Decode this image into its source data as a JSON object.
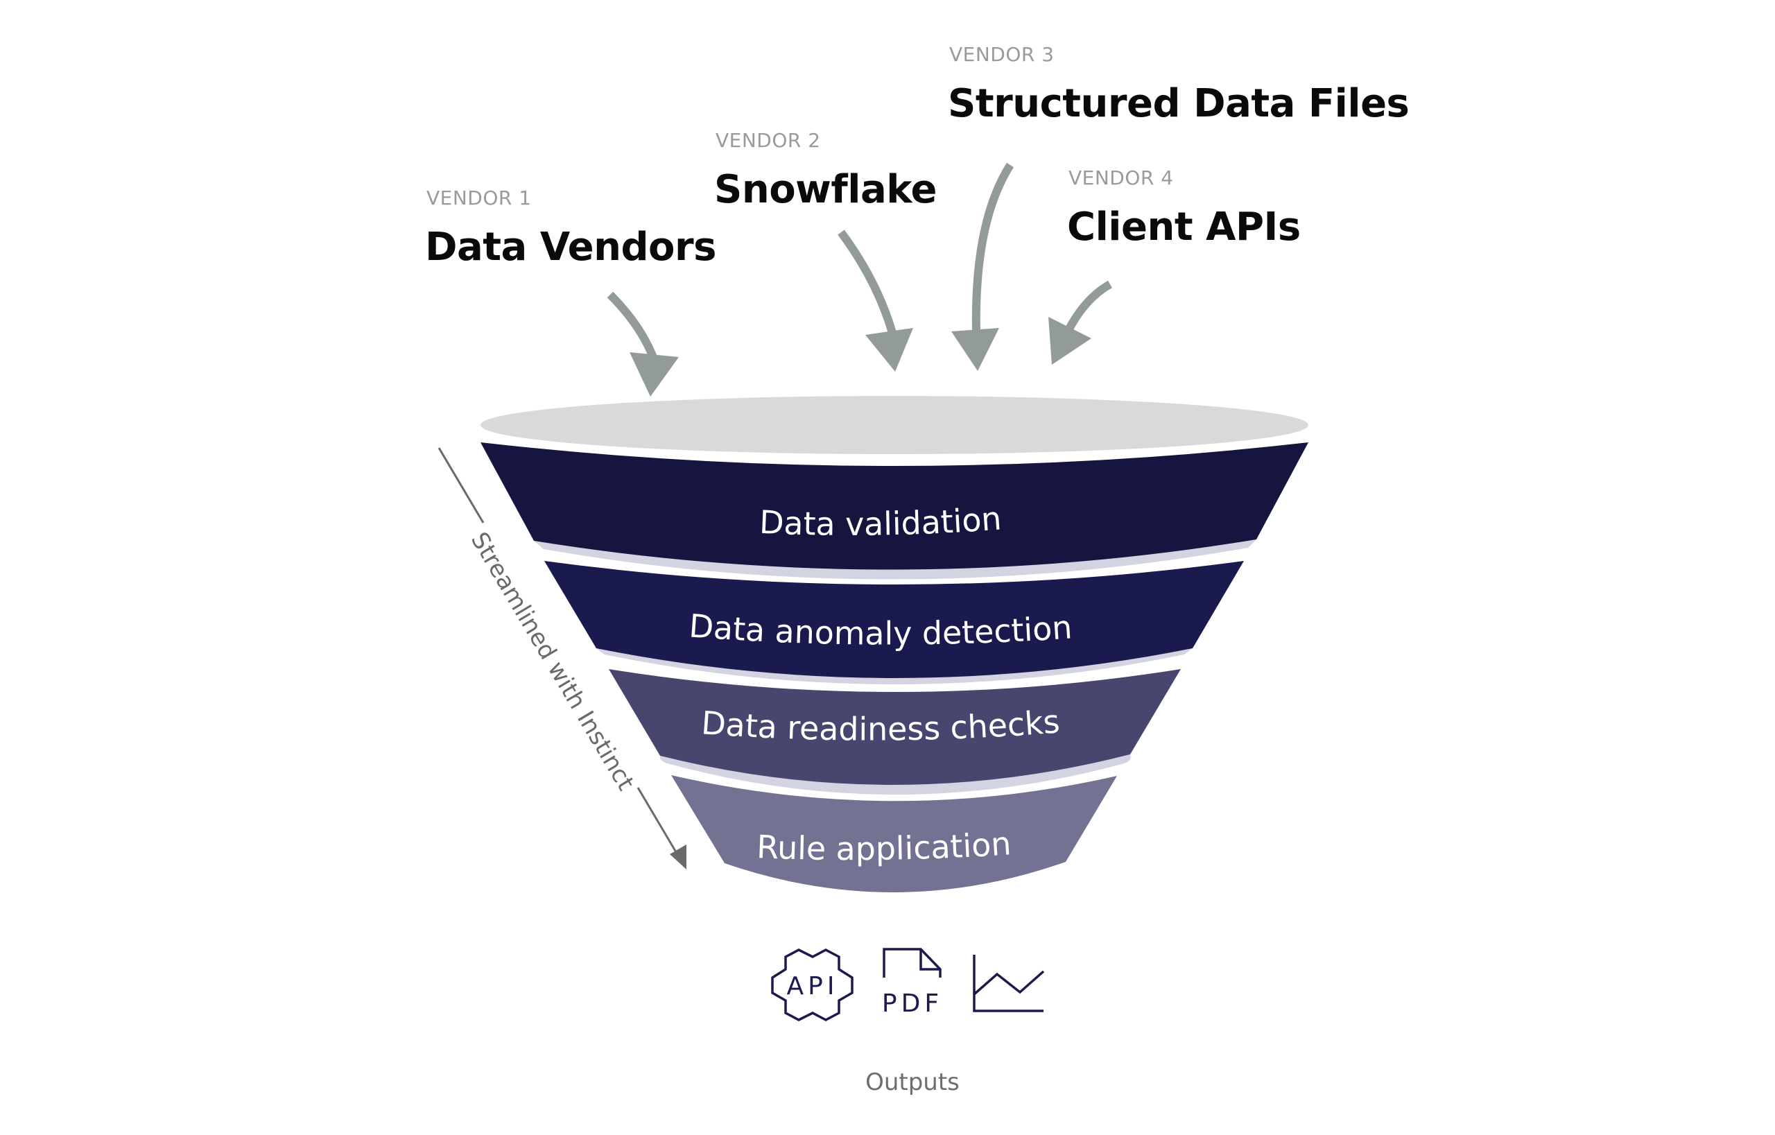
{
  "colors": {
    "arrow": "#939b98",
    "rim": "#d9d9d9",
    "shadow": "#d3d3e1",
    "side_line": "#6a6a6a",
    "icon_stroke": "#1b1a4e"
  },
  "vendors": [
    {
      "tag": "VENDOR 1",
      "name": "Data Vendors"
    },
    {
      "tag": "VENDOR 2",
      "name": "Snowflake"
    },
    {
      "tag": "VENDOR 3",
      "name": "Structured Data Files"
    },
    {
      "tag": "VENDOR 4",
      "name": "Client APIs"
    }
  ],
  "funnel": {
    "stages": [
      {
        "label": "Data validation",
        "color": "#16153f"
      },
      {
        "label": "Data anomaly detection",
        "color": "#1b1a4e"
      },
      {
        "label": "Data readiness checks",
        "color": "#48466f"
      },
      {
        "label": "Rule application",
        "color": "#747292"
      }
    ],
    "side_label": "Streamlined with Instinct"
  },
  "outputs": {
    "label": "Outputs",
    "icons": [
      {
        "name": "api-icon",
        "text": "API"
      },
      {
        "name": "pdf-icon",
        "text": "PDF"
      },
      {
        "name": "line-chart-icon",
        "text": ""
      }
    ]
  }
}
